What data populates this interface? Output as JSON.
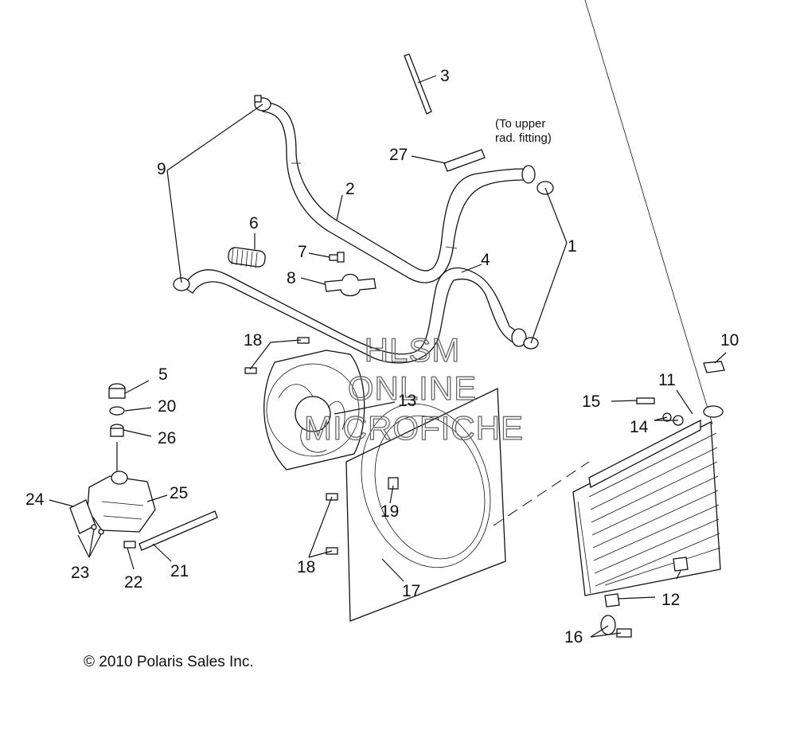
{
  "labels": {
    "p1": "1",
    "p2": "2",
    "p3": "3",
    "p4": "4",
    "p5": "5",
    "p6": "6",
    "p7": "7",
    "p8": "8",
    "p9": "9",
    "p10": "10",
    "p11": "11",
    "p12": "12",
    "p13": "13",
    "p14": "14",
    "p15": "15",
    "p16": "16",
    "p17": "17",
    "p18a": "18",
    "p18b": "18",
    "p19": "19",
    "p20": "20",
    "p21": "21",
    "p22": "22",
    "p23": "23",
    "p24": "24",
    "p25": "25",
    "p26": "26",
    "p27": "27"
  },
  "note": {
    "line1": "(To upper",
    "line2": "rad. fitting)"
  },
  "watermark": {
    "line1": "HLSM",
    "line2": "ONLINE",
    "line3": "MICROFICHE"
  },
  "copyright": "© 2010 Polaris Sales Inc."
}
